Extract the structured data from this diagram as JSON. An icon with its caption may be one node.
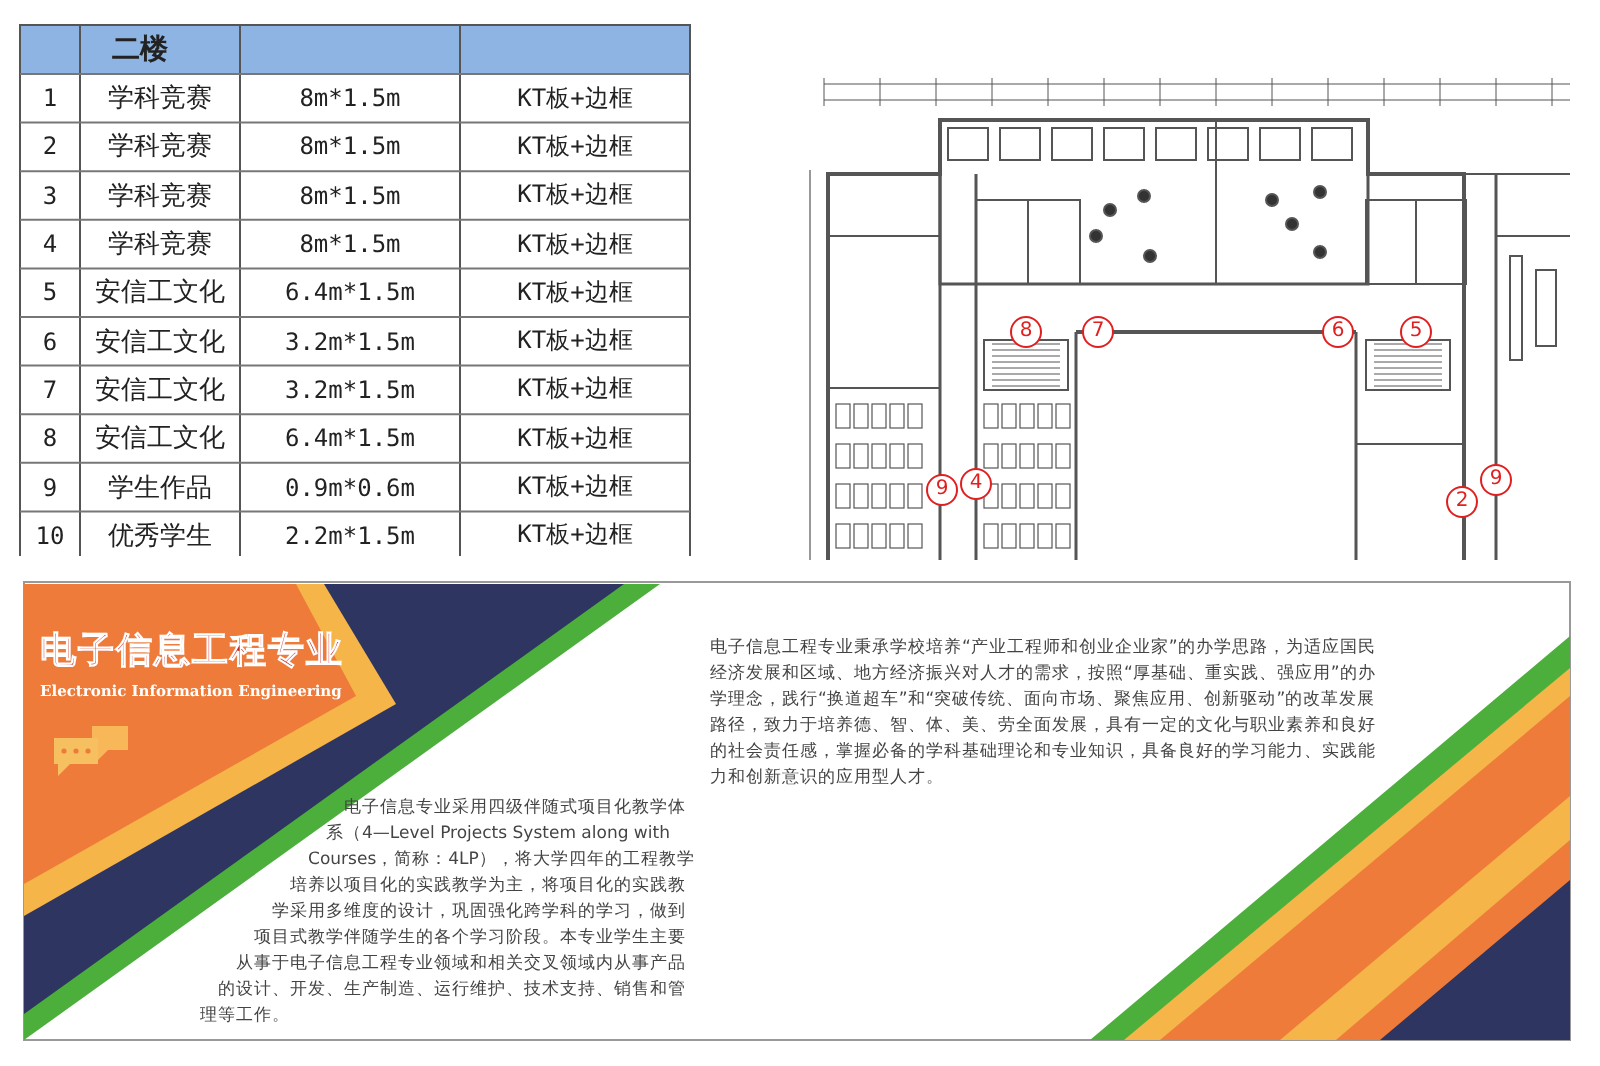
{
  "diagram": {
    "labels": [
      "二楼",
      "1",
      "学科竞赛",
      "8m*1.5m",
      "KT板+边框",
      "2",
      "学科竞赛",
      "8m*1.5m",
      "KT板+边框",
      "3",
      "学科竞赛",
      "8m*1.5m",
      "KT板+边框",
      "4",
      "学科竞赛",
      "8m*1.5m",
      "KT板+边框",
      "5",
      "安信工文化",
      "6.4m*1.5m",
      "KT板+边框",
      "6",
      "安信工文化",
      "3.2m*1.5m",
      "KT板+边框",
      "7",
      "安信工文化",
      "3.2m*1.5m",
      "KT板+边框",
      "8",
      "安信工文化",
      "6.4m*1.5m",
      "KT板+边框",
      "9",
      "学生作品",
      "0.9m*0.6m",
      "KT板+边框",
      "10",
      "优秀学生",
      "2.2m*1.5m",
      "KT板+边框",
      "8",
      "7",
      "6",
      "5",
      "9",
      "4",
      "9",
      "2",
      "电子信息工程专业",
      "Electronic Information Engineering",
      "电子信息工程专业秉承学校培养“产业工程师和创业企业家”的办学思路，为适应国民经济发展和区域、地方经济振兴对人才的需求，按照“厚基础、重实践、强应用”的办学理念，践行“换道超车”和“突破传统、面向市场、聚焦应用、创新驱动”的改革发展路径，致力于培养德、智、体、美、劳全面发展，具有一定的文化与职业素养和良好的社会责任感，掌握必备的学科基础理论和专业知识，具备良好的学习能力、实践能力和创新意识的应用型人才。",
      "电子信息专业采用四级伴随式项目化教学体系（4—Level Projects System along with Courses，简称：4LP），将大学四年的工程教学培养以项目化的实践教学为主，将项目化的实践教学采用多维度的设计，巩固强化跨学科的学习，做到项目式教学伴随学生的各个学习阶段。本专业学生主要从事于电子信息工程专业领域和相关交叉领域内从事产品的设计、开发、生产制造、运行维护、技术支持、销售和管理等工作。"
    ]
  }
}
